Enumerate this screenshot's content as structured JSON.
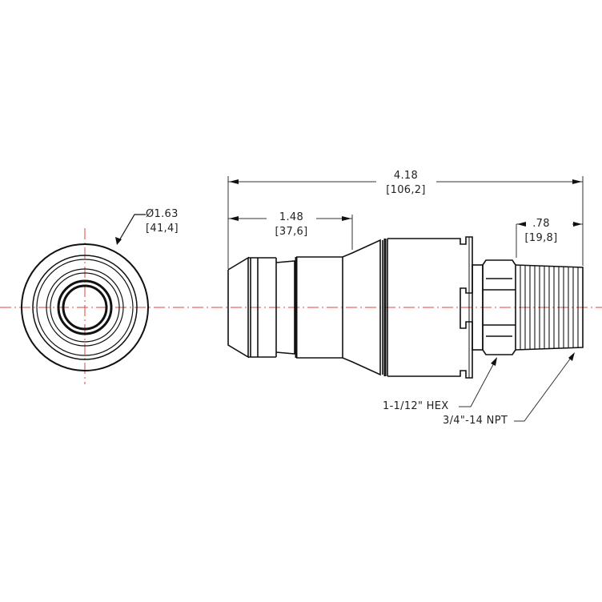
{
  "drawing": {
    "overall_length": {
      "in": "4.18",
      "mm": "[106,2]"
    },
    "nose_length": {
      "in": "1.48",
      "mm": "[37,6]"
    },
    "thread_length": {
      "in": ".78",
      "mm": "[19,8]"
    },
    "diameter": {
      "in": "Ø1.63",
      "mm": "[41,4]"
    },
    "hex_callout": "1-1/12\" HEX",
    "thread_callout": "3/4\"-14 NPT"
  },
  "colors": {
    "line": "#111111",
    "centerline": "#e0443c",
    "dim": "#333333"
  }
}
